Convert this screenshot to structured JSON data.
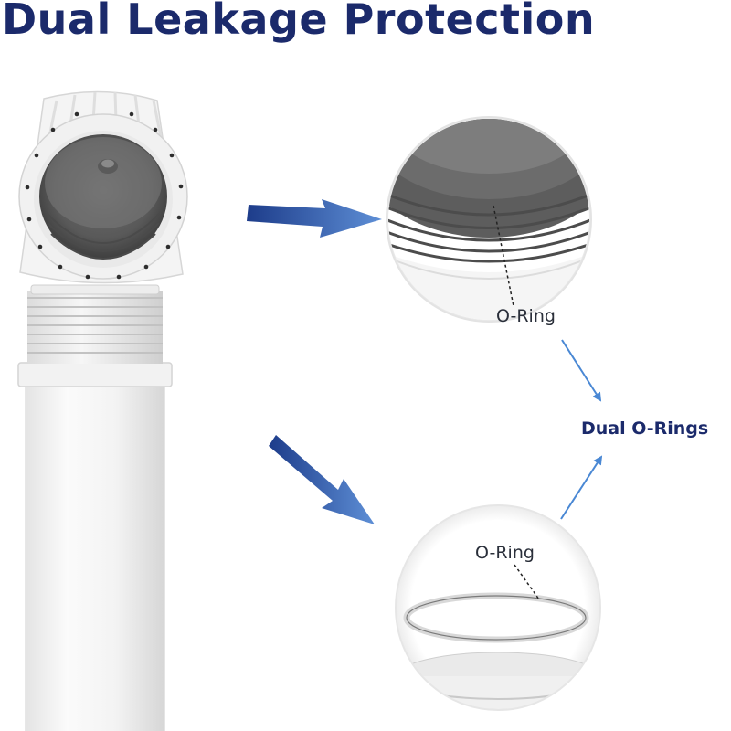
{
  "title": "Dual Leakage Protection",
  "labels": {
    "top_oring": "O-Ring",
    "bottom_oring": "O-Ring",
    "dual": "Dual O-Rings"
  },
  "colors": {
    "title": "#1b2a6b",
    "arrow_dark": "#1d3c8a",
    "arrow_light": "#5e8fd6",
    "pointer": "#4a88d4"
  }
}
